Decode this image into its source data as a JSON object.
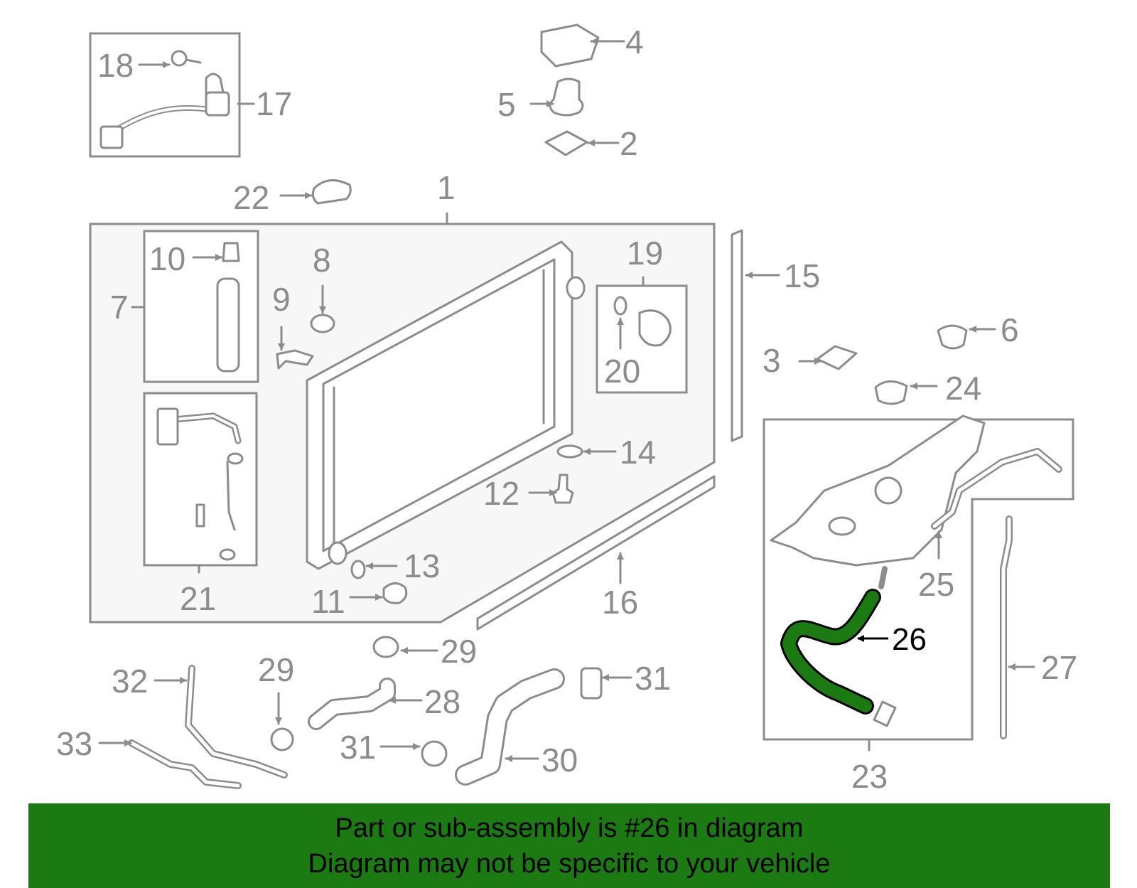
{
  "banner": {
    "line1": "Part or sub-assembly is #26 in diagram",
    "line2": "Diagram may not be specific to your vehicle",
    "color": "#1b7a12"
  },
  "highlight": {
    "part": "26",
    "color": "#1b7a12"
  },
  "callouts": {
    "c1": "1",
    "c2": "2",
    "c3": "3",
    "c4": "4",
    "c5": "5",
    "c6": "6",
    "c7": "7",
    "c8": "8",
    "c9": "9",
    "c10": "10",
    "c11": "11",
    "c12": "12",
    "c13": "13",
    "c14": "14",
    "c15": "15",
    "c16": "16",
    "c17": "17",
    "c18": "18",
    "c19": "19",
    "c20": "20",
    "c21": "21",
    "c22": "22",
    "c23": "23",
    "c24": "24",
    "c25": "25",
    "c26": "26",
    "c27": "27",
    "c28": "28",
    "c29a": "29",
    "c29b": "29",
    "c30": "30",
    "c31a": "31",
    "c31b": "31",
    "c32": "32",
    "c33": "33"
  }
}
